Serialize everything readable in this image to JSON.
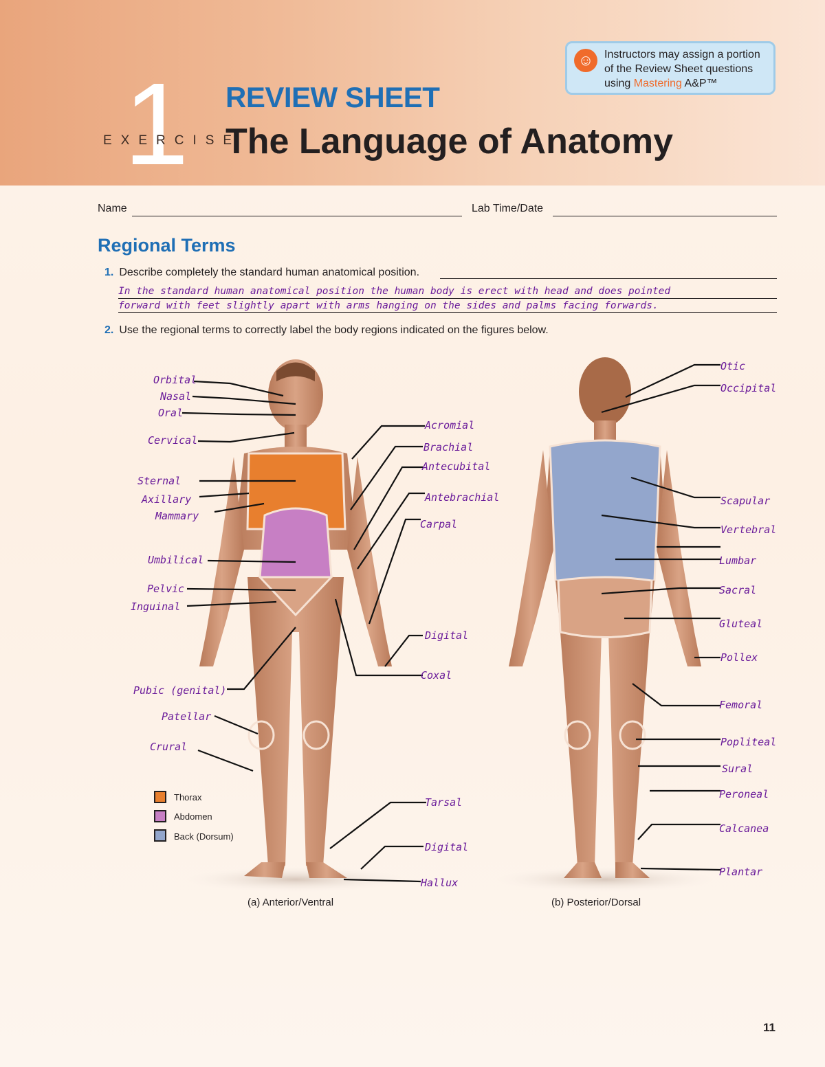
{
  "header": {
    "exercise_number": "1",
    "exercise_word": "EXERCISE",
    "review_title": "REVIEW SHEET",
    "main_title": "The Language of Anatomy"
  },
  "note": {
    "line1": "Instructors may assign a portion",
    "line2": "of the Review Sheet questions",
    "line3_prefix": "using ",
    "line3_brand": "Mastering",
    "line3_suffix": " A&P™"
  },
  "fields": {
    "name_label": "Name",
    "lab_label": "Lab Time/Date"
  },
  "section": {
    "title": "Regional Terms"
  },
  "questions": [
    {
      "num": "1.",
      "text": "Describe completely the standard human anatomical position."
    },
    {
      "num": "2.",
      "text": "Use the regional terms to correctly label the body regions indicated on the figures below."
    }
  ],
  "answer": {
    "line1": "In the standard human anatomical position the human body is erect with head and does pointed",
    "line2": "forward with feet slightly apart with arms hanging on the sides and palms facing forwards."
  },
  "labels_anterior": [
    "Orbital",
    "Nasal",
    "Oral",
    "Cervical",
    "Sternal",
    "Axillary",
    "Mammary",
    "Umbilical",
    "Pelvic",
    "Inguinal",
    "Pubic (genital)",
    "Patellar",
    "Crural",
    "Acromial",
    "Brachial",
    "Antecubital",
    "Antebrachial",
    "Carpal",
    "Digital",
    "Coxal",
    "Tarsal",
    "Digital",
    "Hallux"
  ],
  "labels_posterior": [
    "Otic",
    "Occipital",
    "Scapular",
    "Vertebral",
    "Lumbar",
    "Sacral",
    "Gluteal",
    "Pollex",
    "Femoral",
    "Popliteal",
    "Sural",
    "Peroneal",
    "Calcanea",
    "Plantar"
  ],
  "legend": [
    {
      "label": "Thorax",
      "color": "#e87f2e"
    },
    {
      "label": "Abdomen",
      "color": "#c77fc4"
    },
    {
      "label": "Back (Dorsum)",
      "color": "#93a6cc"
    }
  ],
  "captions": {
    "anterior": "(a) Anterior/Ventral",
    "posterior": "(b) Posterior/Dorsal"
  },
  "page_number": "11",
  "colors": {
    "accent_blue": "#1f6fb5",
    "handwriting": "#6a1b9a",
    "brand_orange": "#f06b2b"
  }
}
